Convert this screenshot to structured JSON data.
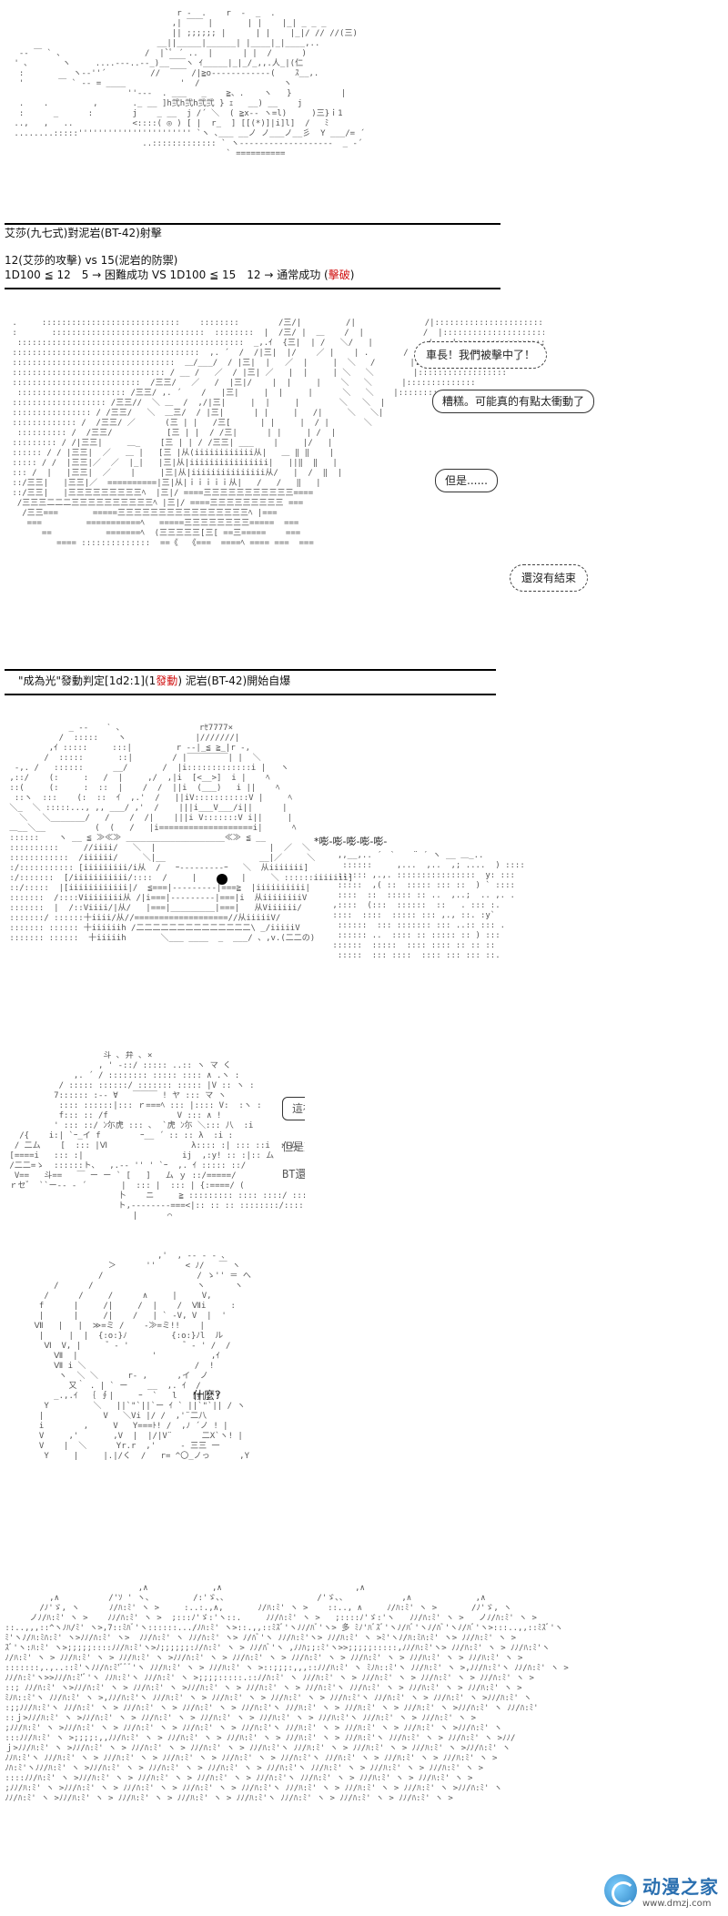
{
  "panel1": {
    "title": "艾莎(九七式)對泥岩(BT-42)射擊",
    "attack_line": "12(艾莎的攻擊) vs 15(泥岩的防禦)",
    "result_prefix": "1D100 ≦ 12　5 → 困難成功 VS 1D100 ≦ 15　12 → 通常成功 (",
    "result_red": "擊破",
    "result_suffix": ")"
  },
  "panel2": {
    "bubble_1": "車長！我們被擊中了！",
    "bubble_2": "糟糕。可能真的有點太衝動了",
    "bubble_3": "但是......",
    "bubble_4": "還沒有結束",
    "check_prefix": "\"成為光\"發動判定[1d2:1](1",
    "check_red": "發動",
    "check_suffix": ") 泥岩(BT-42)開始自爆"
  },
  "panel3": {
    "sfx": "*嘭-嘭-嘭-嘭-嘭-"
  },
  "panel4": {
    "bubble_1": "這裡是艾莎車。擊中對方的BT",
    "line_2": "但是艾莎......",
    "line_3": "BT還在高速朝你的方向前進"
  },
  "panel5": {
    "line_1": "什麼？"
  },
  "watermark": {
    "name": "动漫之家",
    "url": "www.dmzj.com"
  }
}
